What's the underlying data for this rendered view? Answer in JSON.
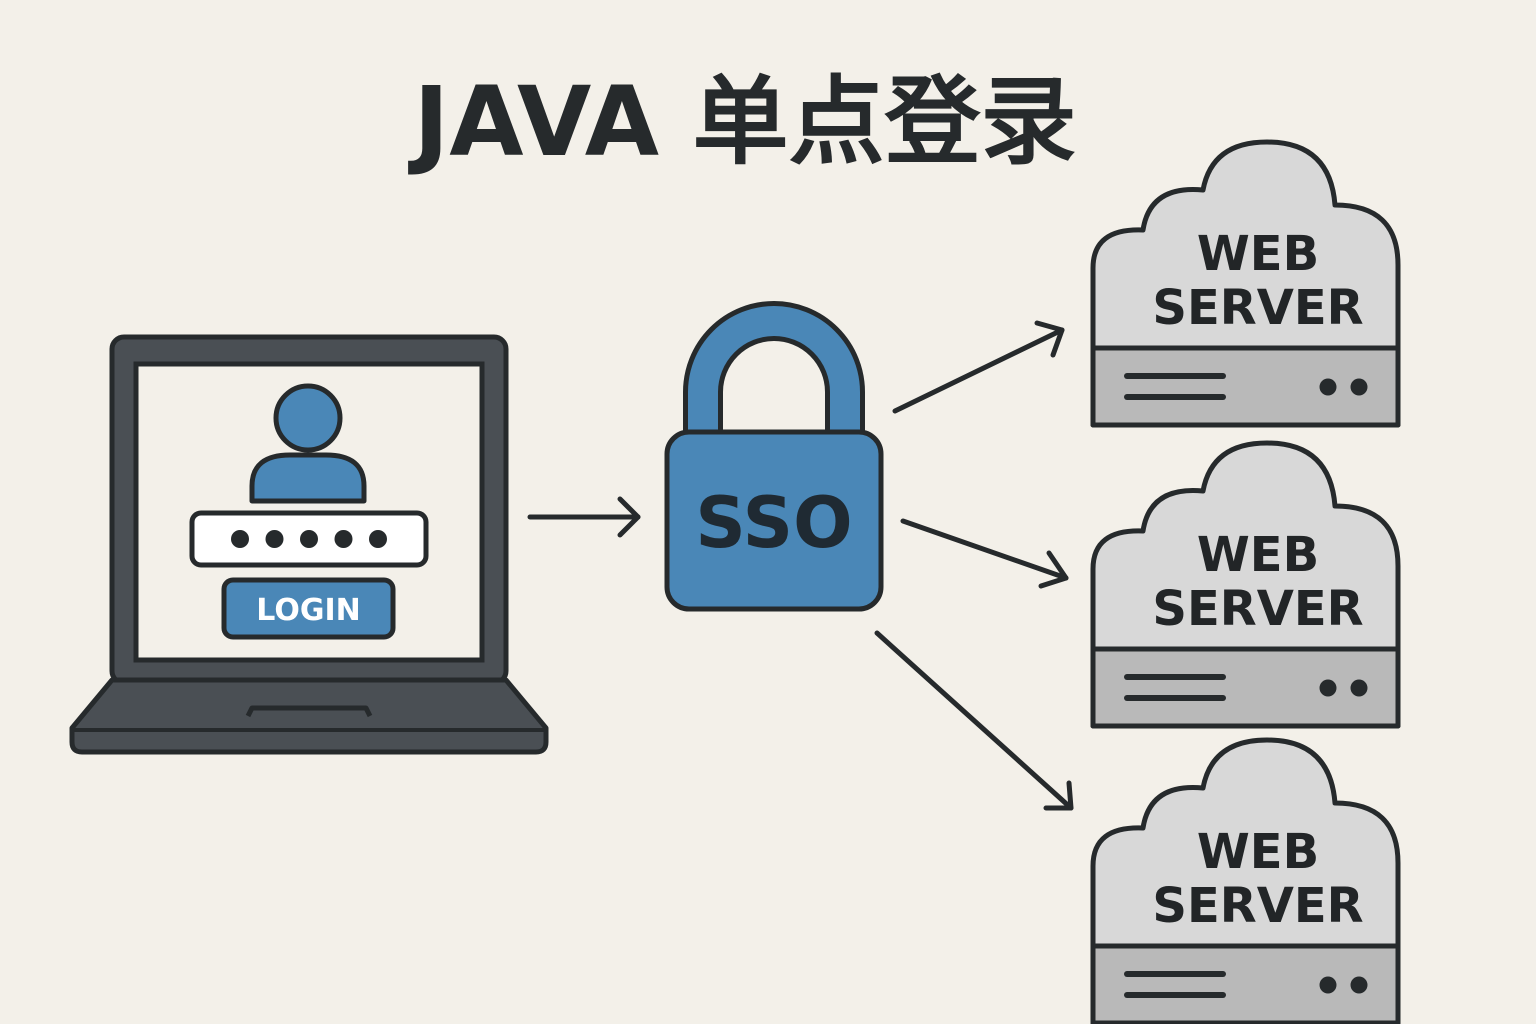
{
  "title": "JAVA 单点登录",
  "client": {
    "login_label": "LOGIN",
    "password_dot_count": 5
  },
  "sso": {
    "label": "SSO"
  },
  "servers": [
    {
      "line1": "WEB",
      "line2": "SERVER"
    },
    {
      "line1": "WEB",
      "line2": "SERVER"
    },
    {
      "line1": "WEB",
      "line2": "SERVER"
    }
  ],
  "colors": {
    "background": "#f3f0e9",
    "accent_blue": "#4a87b7",
    "outline": "#262a2c",
    "laptop_body": "#4a4f54",
    "server_fill": "#d8d8d8",
    "server_base": "#b9b9b9"
  }
}
